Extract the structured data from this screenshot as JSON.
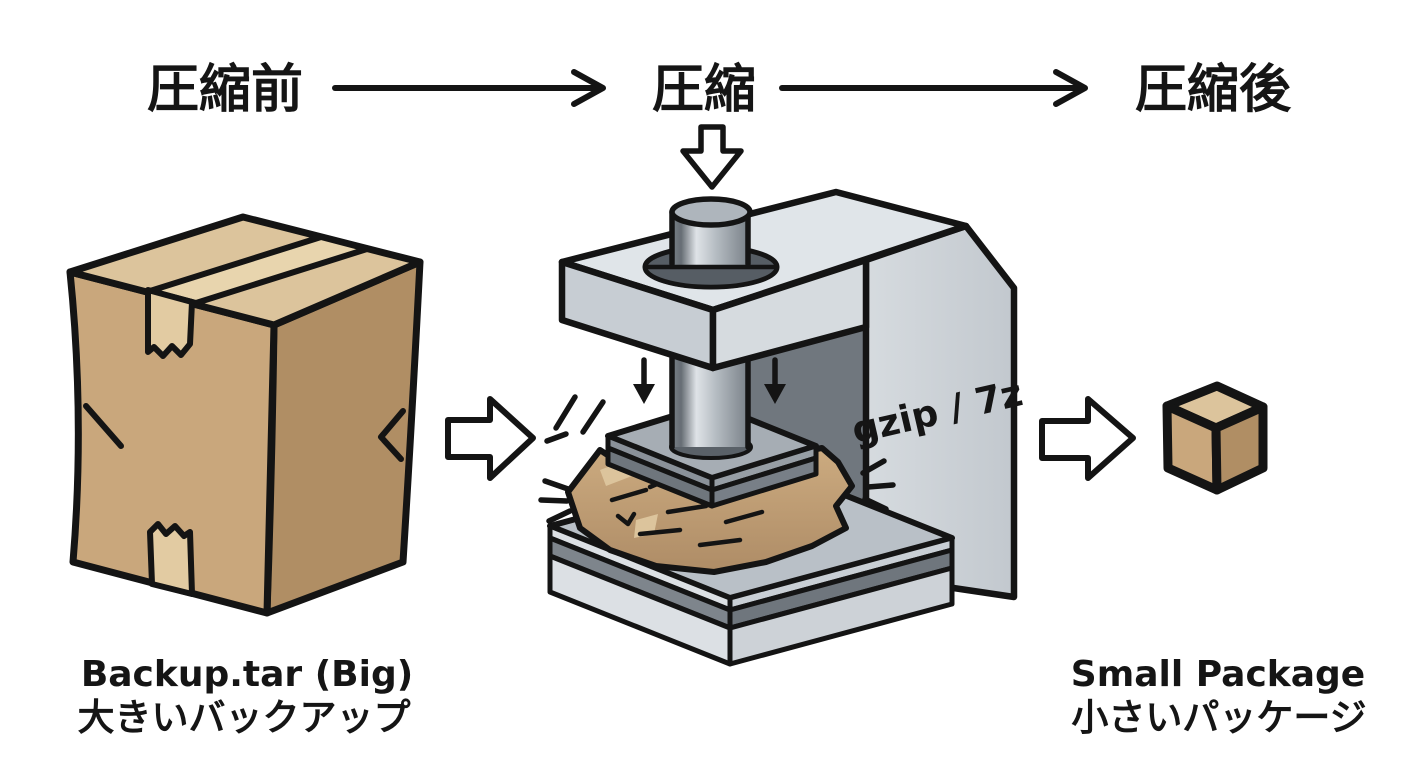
{
  "diagram": {
    "stages": {
      "before_label": "圧縮前",
      "process_label": "圧縮",
      "after_label": "圧縮後"
    },
    "machine_label": "gzip / 7z",
    "input_item": {
      "caption_primary": "Backup.tar (Big)",
      "caption_secondary": "大きいバックアップ"
    },
    "output_item": {
      "caption_primary": "Small Package",
      "caption_secondary": "小さいパッケージ"
    },
    "colors": {
      "background": "#ffffff",
      "outline": "#141414",
      "text": "#151515",
      "cardboard_front": "#C9A77C",
      "cardboard_side": "#B08E64",
      "cardboard_top": "#DCC49C",
      "tape": "#E8D5AE",
      "machine_light": "#E0E5E9",
      "machine_mid": "#C7CDD3",
      "machine_dark": "#70777E",
      "piston_gray": "#9AA1A8"
    }
  }
}
